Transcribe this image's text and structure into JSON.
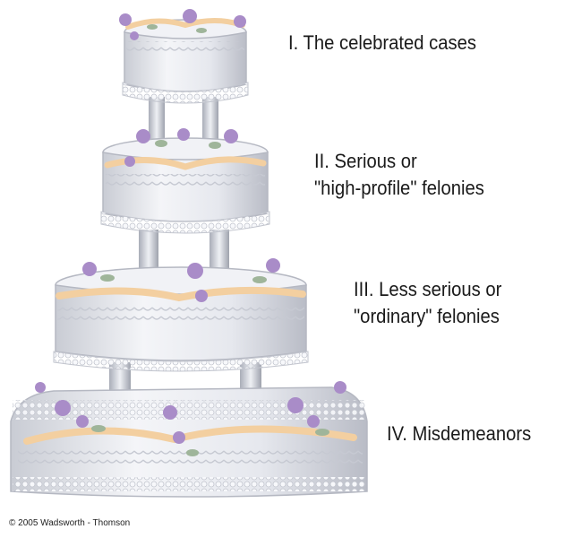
{
  "tiers": [
    {
      "lines": [
        "I. The celebrated cases"
      ]
    },
    {
      "lines": [
        "II. Serious or",
        "\"high-profile\" felonies"
      ]
    },
    {
      "lines": [
        "III. Less serious or",
        "\"ordinary\" felonies"
      ]
    },
    {
      "lines": [
        "IV. Misdemeanors"
      ]
    }
  ],
  "copyright": "© 2005 Wadsworth - Thomson",
  "colors": {
    "background": "#ffffff",
    "icing": "#eef0f4",
    "icing_shadow": "#c9ccd4",
    "piping_peach": "#f3cfa0",
    "flower_lavender": "#a98cc8",
    "leaf_green": "#9fb59a",
    "text": "#1a1a1a"
  }
}
